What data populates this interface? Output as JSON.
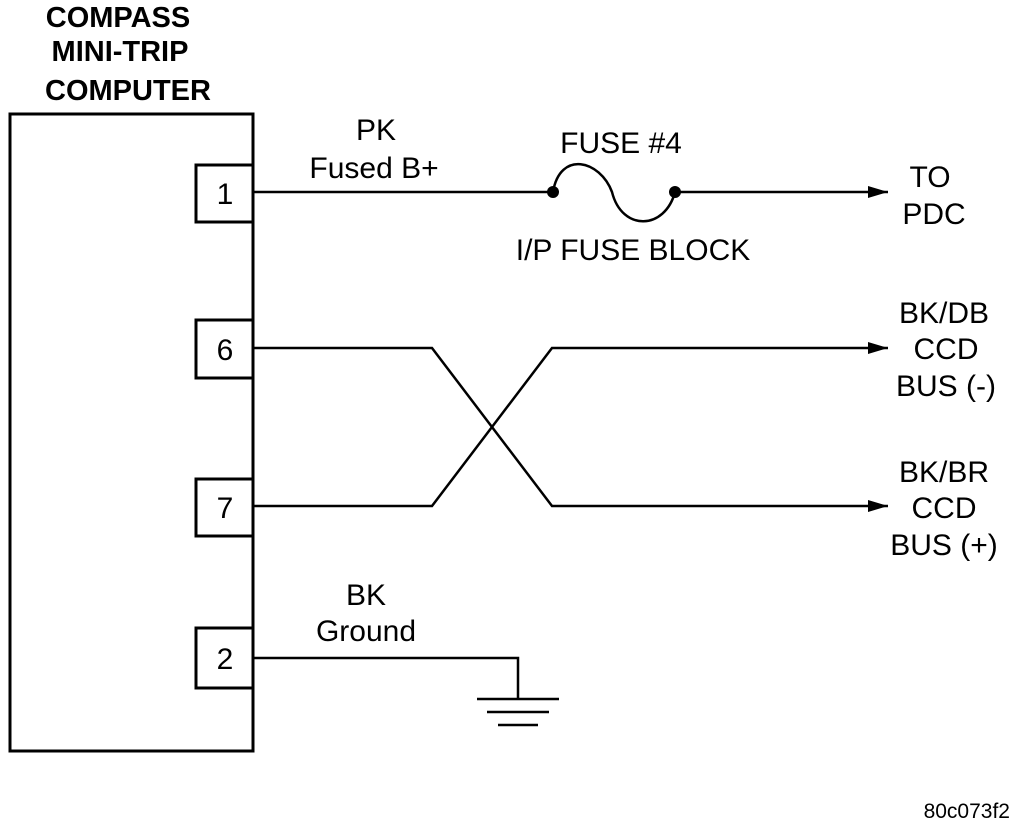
{
  "module": {
    "title_lines": [
      "COMPASS",
      "MINI-TRIP",
      "COMPUTER"
    ]
  },
  "pins": [
    {
      "number": "1"
    },
    {
      "number": "6"
    },
    {
      "number": "7"
    },
    {
      "number": "2"
    }
  ],
  "wires": {
    "pin1": {
      "color": "PK",
      "function": "Fused B+",
      "fuse_label": "FUSE #4",
      "fuse_block": "I/P FUSE BLOCK",
      "destination_lines": [
        "TO",
        "PDC"
      ]
    },
    "pin6": {
      "destination_lines": [
        "BK/DB",
        "CCD",
        "BUS (-)"
      ]
    },
    "pin7": {
      "destination_lines": [
        "BK/BR",
        "CCD",
        "BUS (+)"
      ]
    },
    "pin2": {
      "color": "BK",
      "function": "Ground"
    }
  },
  "figure_code": "80c073f2"
}
